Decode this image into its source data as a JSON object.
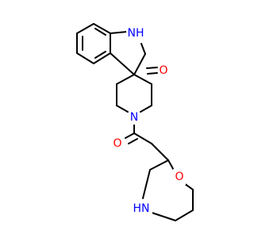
{
  "atom_labels": {
    "indole_nh": "NH",
    "carbonyl_o": "O",
    "piperidine_n": "N",
    "amide_o": "O",
    "morpholine_o": "O",
    "morpholine_nh": "HN"
  },
  "colors": {
    "bond": "#000000",
    "nitrogen": "#0000ff",
    "oxygen": "#ff0000",
    "background": "#ffffff"
  }
}
